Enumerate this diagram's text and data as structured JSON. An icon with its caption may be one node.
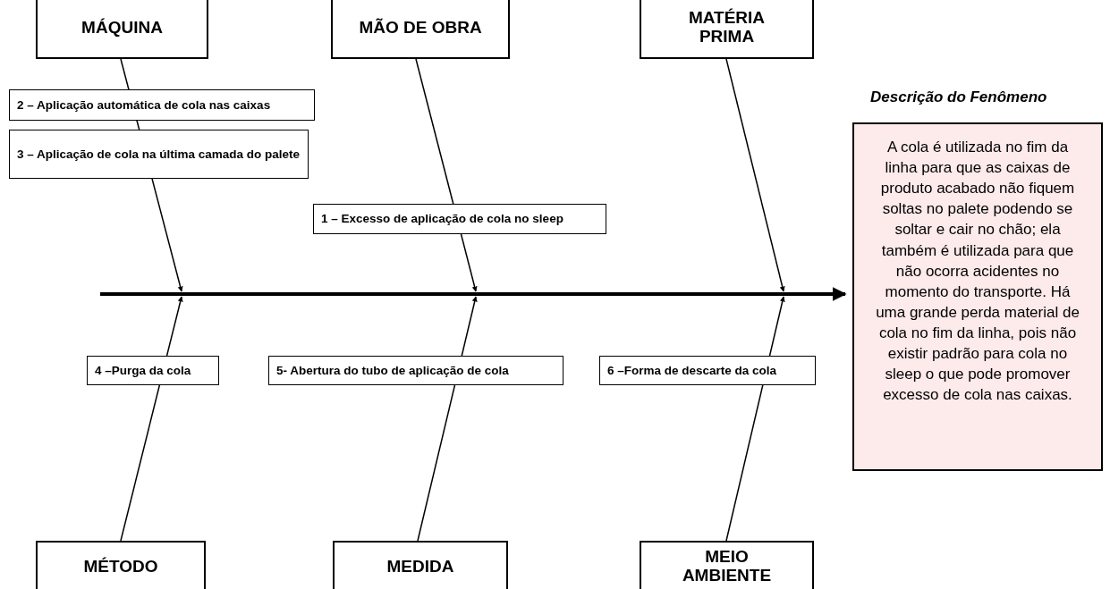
{
  "diagram": {
    "nodes": [
      {
        "text": [
          "MÁQUINA"
        ]
      },
      {
        "text": [
          "MÃO DE OBRA"
        ]
      },
      {
        "text": [
          "MATÉRIA PRIMA"
        ]
      },
      {
        "text": [
          "Descrição do Fenômeno",
          "A cola é utilizada no fim da linha para que as caixas de produto acabado não fiquem soltas no palete podendo se soltar e cair no chão; ela também é utilizada para que não ocorra acidentes no momento do transporte. Há uma grande perda material de cola no fim da linha, pois não existir padrão para cola no sleep o que pode promover excesso de cola nas caixas."
        ]
      },
      {
        "text": [
          "2 – Aplicação automática de cola nas caixas"
        ]
      },
      {
        "text": [
          "3 – Aplicação de cola na última camada do palete"
        ]
      },
      {
        "text": [
          "1 – Excesso de aplicação de cola no sleep"
        ]
      },
      {
        "text": [
          "4 –Purga da cola"
        ]
      },
      {
        "text": [
          "5- Abertura do tubo de aplicação de cola"
        ]
      },
      {
        "text": [
          "6 –Forma de descarte da cola"
        ]
      },
      {
        "text": [
          "MÉTODO"
        ]
      },
      {
        "text": [
          "MEDIDA"
        ]
      },
      {
        "text": [
          "MEIO AMBIENTE"
        ]
      }
    ],
    "edges": [
      {
        "from": 0,
        "to": null,
        "arrow": "to"
      },
      {
        "from": 1,
        "to": null,
        "arrow": "to"
      },
      {
        "from": 2,
        "to": null,
        "arrow": "to"
      },
      {
        "from": null,
        "to": 3,
        "arrow": "to",
        "style": "thick"
      },
      {
        "from": 10,
        "to": null,
        "arrow": "to"
      },
      {
        "from": 11,
        "to": null,
        "arrow": "to"
      },
      {
        "from": 12,
        "to": null,
        "arrow": "to"
      }
    ]
  }
}
